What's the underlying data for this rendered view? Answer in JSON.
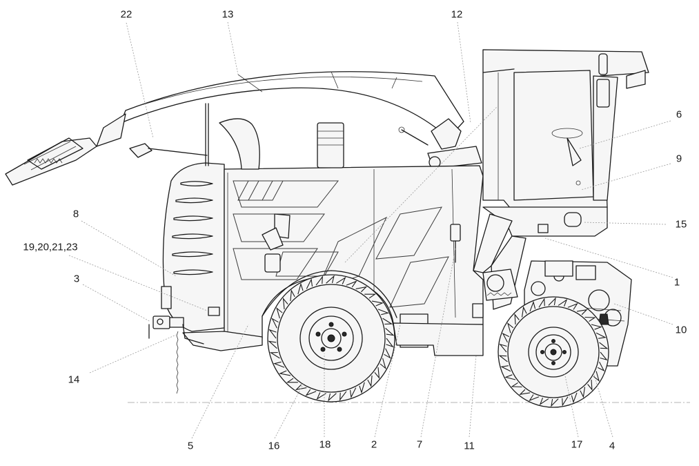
{
  "diagram": {
    "callouts": [
      {
        "id": "c22",
        "label": "22"
      },
      {
        "id": "c13",
        "label": "13"
      },
      {
        "id": "c12",
        "label": "12"
      },
      {
        "id": "c6",
        "label": "6"
      },
      {
        "id": "c9",
        "label": "9"
      },
      {
        "id": "c8",
        "label": "8"
      },
      {
        "id": "c15",
        "label": "15"
      },
      {
        "id": "c19",
        "label": "19,20,21,23"
      },
      {
        "id": "c3",
        "label": "3"
      },
      {
        "id": "c1",
        "label": "1"
      },
      {
        "id": "c10",
        "label": "10"
      },
      {
        "id": "c14",
        "label": "14"
      },
      {
        "id": "c5",
        "label": "5"
      },
      {
        "id": "c16",
        "label": "16"
      },
      {
        "id": "c18",
        "label": "18"
      },
      {
        "id": "c2",
        "label": "2"
      },
      {
        "id": "c7",
        "label": "7"
      },
      {
        "id": "c11",
        "label": "11"
      },
      {
        "id": "c17",
        "label": "17"
      },
      {
        "id": "c4",
        "label": "4"
      }
    ]
  }
}
